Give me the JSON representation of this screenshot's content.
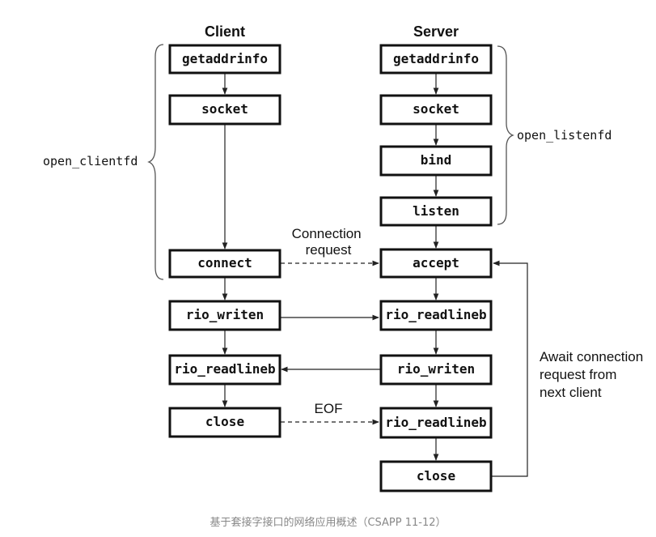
{
  "headings": {
    "client": "Client",
    "server": "Server"
  },
  "client_boxes": [
    "getaddrinfo",
    "socket",
    "connect",
    "rio_writen",
    "rio_readlineb",
    "close"
  ],
  "server_boxes": [
    "getaddrinfo",
    "socket",
    "bind",
    "listen",
    "accept",
    "rio_readlineb",
    "rio_writen",
    "rio_readlineb",
    "close"
  ],
  "groups": {
    "client": "open_clientfd",
    "server": "open_listenfd"
  },
  "edge_labels": {
    "connection_request": [
      "Connection",
      "request"
    ],
    "eof": "EOF",
    "await": [
      "Await connection",
      "request from",
      "next client"
    ]
  },
  "caption": "基于套接字接口的网络应用概述（CSAPP 11-12）"
}
